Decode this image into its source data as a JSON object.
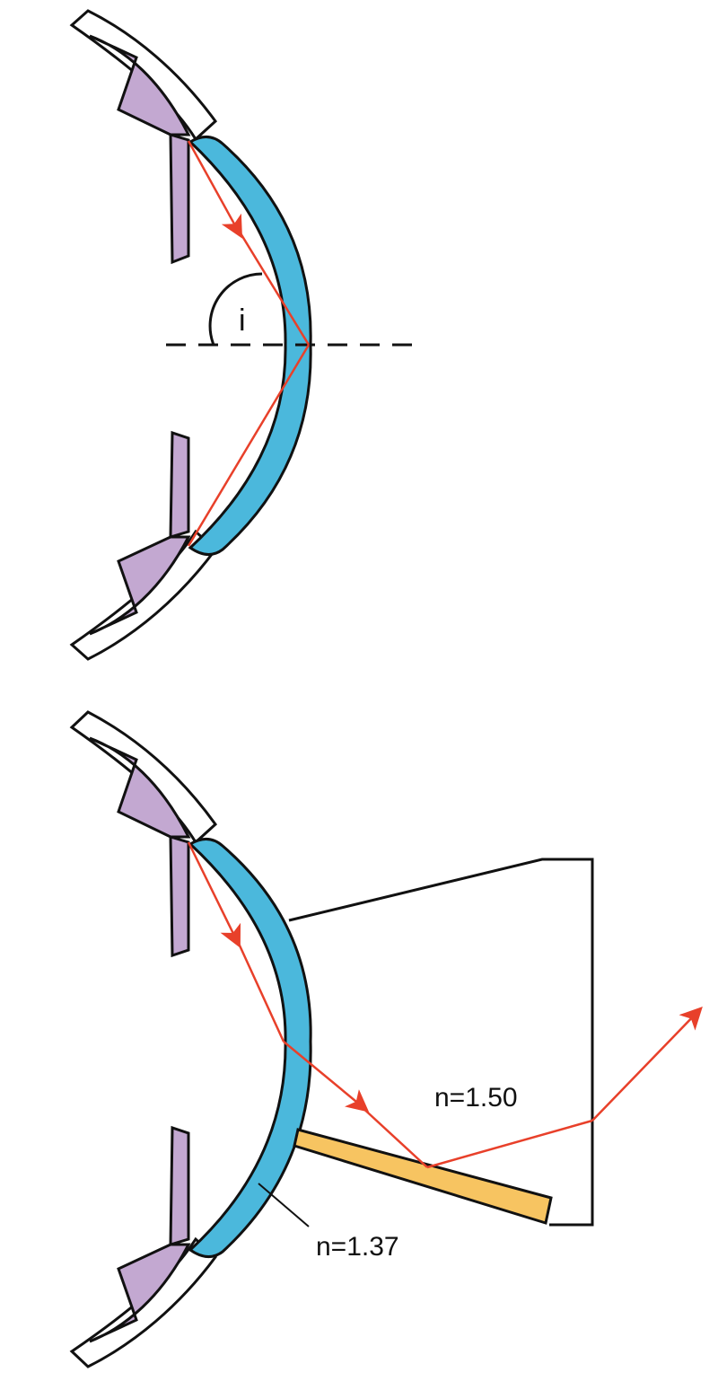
{
  "labels": {
    "angle": "i",
    "n_prism": "n=1.50",
    "n_cornea": "n=1.37"
  },
  "colors": {
    "iris": "#c3a8d1",
    "cornea": "#4bb8dc",
    "ray": "#e8402a",
    "mirror": "#f7c461",
    "outline": "#111111"
  }
}
